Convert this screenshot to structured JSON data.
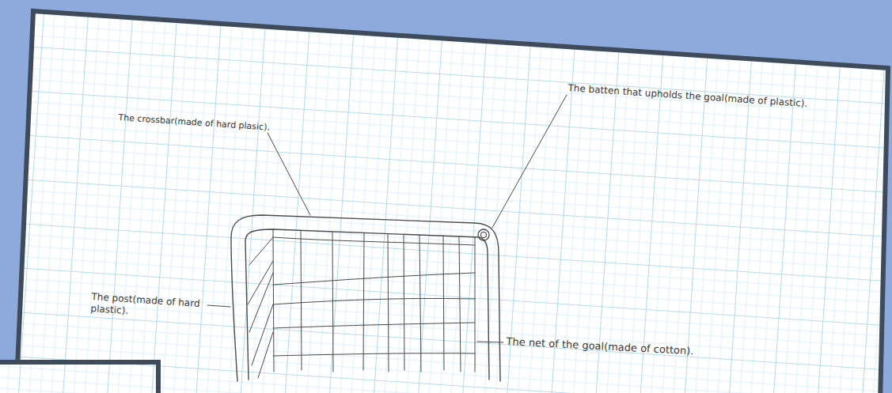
{
  "diagram": {
    "labels": [
      "The crossbar(made of hard plasic).",
      "The batten that upholds the goal(made of plastic).",
      "The post(made of hard plastic).",
      "The net of the goal(made of cotton)."
    ]
  }
}
